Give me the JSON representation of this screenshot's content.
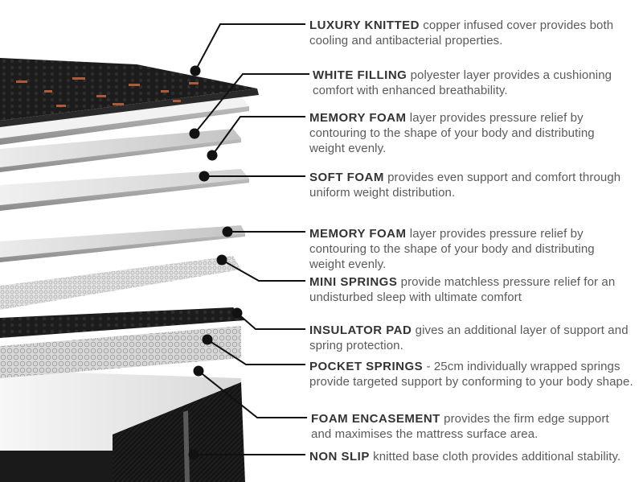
{
  "layers": [
    {
      "title": "LUXURY KNITTED",
      "desc": "copper infused cover provides both cooling and antibacterial properties."
    },
    {
      "title": "WHITE FILLING",
      "desc": "polyester layer provides a cushioning comfort with enhanced breathability."
    },
    {
      "title": "MEMORY FOAM",
      "desc": "layer provides pressure relief by contouring to the shape of your body and distributing weight evenly."
    },
    {
      "title": "SOFT FOAM",
      "desc": "provides even support and comfort through uniform weight distribution."
    },
    {
      "title": "MEMORY FOAM",
      "desc": "layer provides pressure relief by contouring to the shape of your body and distributing weight evenly."
    },
    {
      "title": "MINI SPRINGS",
      "desc": "provide matchless pressure relief for an undisturbed sleep with ultimate comfort"
    },
    {
      "title": "INSULATOR PAD",
      "desc": "gives an additional layer of support and spring protection."
    },
    {
      "title": "POCKET SPRINGS",
      "desc": "- 25cm individually wrapped springs provide targeted support by conforming to your body shape."
    },
    {
      "title": "FOAM ENCASEMENT",
      "desc": "provides the firm edge support and maximises the mattress surface area."
    },
    {
      "title": "NON SLIP",
      "desc": "knitted base cloth provides additional stability."
    }
  ],
  "colors": {
    "heading": "#333333",
    "body": "#5a5a5a",
    "cover": "#1e1e1e",
    "copper": "#c8643c",
    "foam": "#e6e6e6",
    "pad": "#2a2a2a"
  },
  "icons": [
    "callout-dot-icon"
  ]
}
